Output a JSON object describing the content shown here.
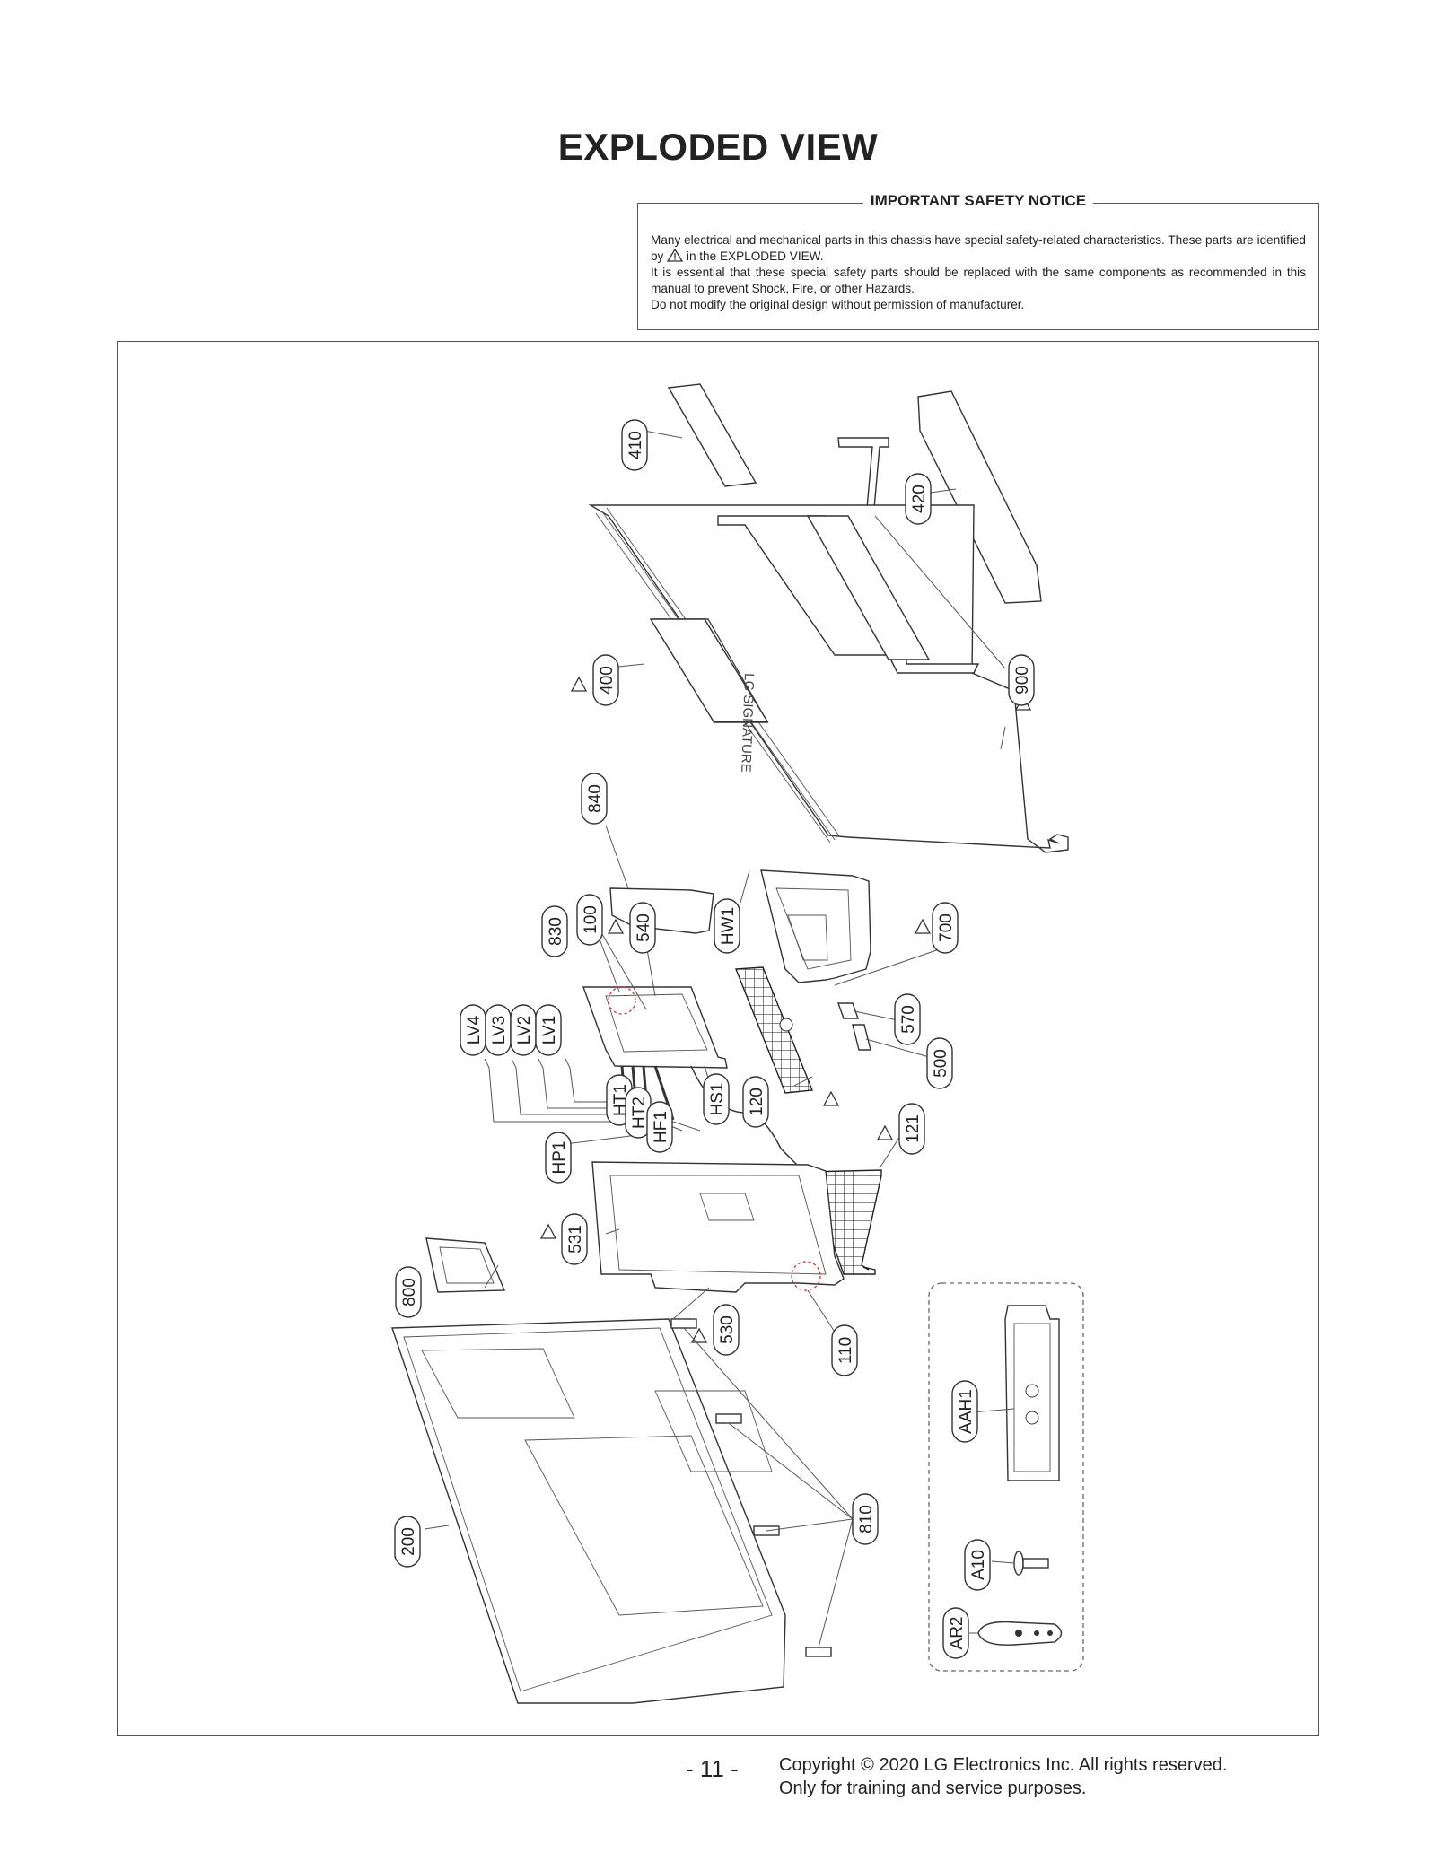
{
  "title": "EXPLODED VIEW",
  "notice": {
    "heading": "IMPORTANT SAFETY NOTICE",
    "line1_before": "Many electrical and mechanical parts in this chassis have special safety-related characteristics. These parts are identified by ",
    "line1_after": " in the EXPLODED VIEW.",
    "line2": "It is essential that these special safety parts should be replaced with the same components as recommended in this manual to prevent Shock, Fire, or other Hazards.",
    "line3": "Do not modify the original design without permission of manufacturer."
  },
  "diagram": {
    "brand_mark": "LG SIGNATURE",
    "callouts": {
      "c410": "410",
      "c420": "420",
      "c400": "400",
      "c900": "900",
      "c840": "840",
      "c830": "830",
      "c100": "100",
      "c540": "540",
      "cHW1": "HW1",
      "c700": "700",
      "c570": "570",
      "c500": "500",
      "cLV4": "LV4",
      "cLV3": "LV3",
      "cLV2": "LV2",
      "cLV1": "LV1",
      "cHT1": "HT1",
      "cHT2": "HT2",
      "cHF1": "HF1",
      "cHS1": "HS1",
      "c120": "120",
      "c121": "121",
      "cHP1": "HP1",
      "c531": "531",
      "c800": "800",
      "c530": "530",
      "c110": "110",
      "cAAH1": "AAH1",
      "c200": "200",
      "c810": "810",
      "cA10": "A10",
      "cAR2": "AR2"
    }
  },
  "footer": {
    "page_number": "- 11 -",
    "copyright_line1": "Copyright © 2020 LG Electronics Inc. All rights reserved.",
    "copyright_line2": "Only for training and service purposes."
  }
}
